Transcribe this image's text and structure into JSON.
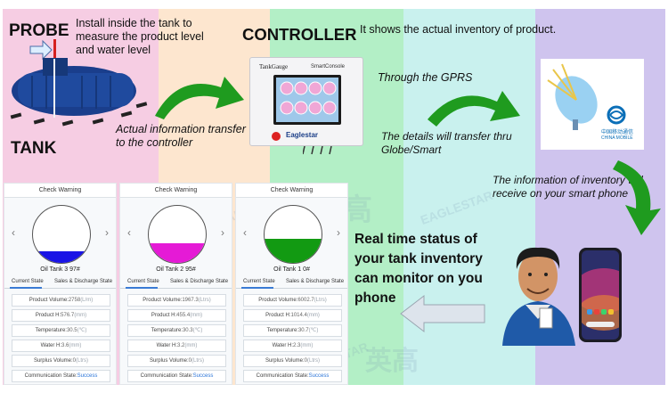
{
  "colors": {
    "band_pink": "#f6cde3",
    "band_peach": "#fde6cf",
    "band_green": "#b3efc6",
    "band_cyan": "#c9f1ee",
    "band_purple": "#cfc4ee",
    "arrow_green": "#1f9b1f",
    "fill_blue": "#1a14e6",
    "fill_magenta": "#e51ad6",
    "fill_green": "#129a12"
  },
  "probe": {
    "title": "PROBE",
    "description": "Install inside the tank to measure the product level and water level",
    "tank_label": "TANK",
    "transfer_note": "Actual information transfer to the controller"
  },
  "controller": {
    "title": "CONTROLLER",
    "device_brand": "TankGauge",
    "device_model": "SmartConsole",
    "device_logo": "Eaglestar",
    "inventory_note": "It shows the actual inventory of product.",
    "gprs_note": "Through the GPRS",
    "transfer_note": "The details will transfer  thru Globe/Smart"
  },
  "network": {
    "carrier_cn": "中国移动通信",
    "carrier_en": "CHINA MOBILE",
    "receive_note": "The information of inventory will receive on your smart phone"
  },
  "monitor": {
    "headline": "Real time status of your tank inventory can monitor on you phone"
  },
  "watermark": {
    "cn": "英高",
    "en": "EAGLESTAR"
  },
  "cards": [
    {
      "header": "Check Warning",
      "name": "Oil Tank 3 97#",
      "level": 0.2,
      "fill_color": "#1a14e6",
      "tabs": [
        "Current State",
        "Sales & Discharge State"
      ],
      "rows": [
        {
          "label": "Product Volume:",
          "value": "2758",
          "unit": "(L/m)"
        },
        {
          "label": "Product H:",
          "value": "576.7",
          "unit": "(mm)"
        },
        {
          "label": "Temperature:",
          "value": "30.5",
          "unit": "(℃)"
        },
        {
          "label": "Water H:",
          "value": "3.6",
          "unit": "(mm)"
        },
        {
          "label": "Surplus Volume:",
          "value": "0",
          "unit": "(Ltrs)"
        },
        {
          "label": "Communication State:",
          "value": "Success",
          "unit": ""
        }
      ]
    },
    {
      "header": "Check Warning",
      "name": "Oil Tank 2 95#",
      "level": 0.34,
      "fill_color": "#e51ad6",
      "tabs": [
        "Current State",
        "Sales & Discharge State"
      ],
      "rows": [
        {
          "label": "Product Volume:",
          "value": "1967.3",
          "unit": "(Ltrs)"
        },
        {
          "label": "Product H:",
          "value": "455.4",
          "unit": "(mm)"
        },
        {
          "label": "Temperature:",
          "value": "30.3",
          "unit": "(℃)"
        },
        {
          "label": "Water H:",
          "value": "3.2",
          "unit": "(mm)"
        },
        {
          "label": "Surplus Volume:",
          "value": "0",
          "unit": "(Ltrs)"
        },
        {
          "label": "Communication State:",
          "value": "Success",
          "unit": ""
        }
      ]
    },
    {
      "header": "Check Warning",
      "name": "Oil Tank 1 0#",
      "level": 0.42,
      "fill_color": "#129a12",
      "tabs": [
        "Current State",
        "Sales & Discharge State"
      ],
      "rows": [
        {
          "label": "Product Volume:",
          "value": "6002.7",
          "unit": "(Ltrs)"
        },
        {
          "label": "Product H:",
          "value": "1014.4",
          "unit": "(mm)"
        },
        {
          "label": "Temperature:",
          "value": "30.7",
          "unit": "(℃)"
        },
        {
          "label": "Water H:",
          "value": "2.3",
          "unit": "(mm)"
        },
        {
          "label": "Surplus Volume:",
          "value": "0",
          "unit": "(Ltrs)"
        },
        {
          "label": "Communication State:",
          "value": "Success",
          "unit": ""
        }
      ]
    }
  ]
}
